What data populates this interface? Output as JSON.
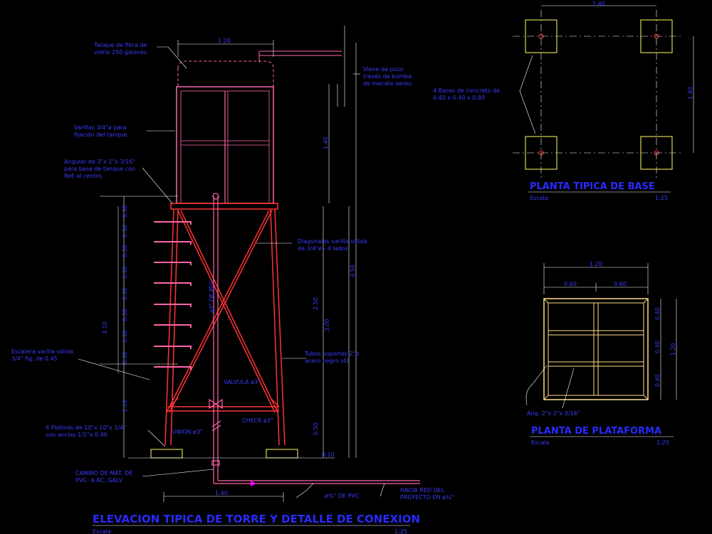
{
  "colors": {
    "background": "#000000",
    "structure": "#ff3333",
    "tank": "#ff66aa",
    "annotation": "#3b3bff",
    "leader": "#ff00ff",
    "base": "#ffff66",
    "platform": "#ffdd88"
  },
  "labels": {
    "tank": "Tanque de fibra de vidrio 250 galones",
    "tank_l1": "Tanque de fibra de",
    "tank_l2": "vidrio 250 galones",
    "inlet_l1": "Viene de pozo",
    "inlet_l2": "través de bomba",
    "inlet_l3": "de mecate aereo.",
    "rods_l1": "Varillas 3/4\"ø para",
    "rods_l2": "fijación del tanque",
    "angle_l1": "Angular de 3\"x 2\"x 3/16\"",
    "angle_l2": "para base de tanque con",
    "angle_l3": "Ref. al centro.",
    "diag_l1": "Diagonales varilla sólida",
    "diag_l2": "de 3/4\"ø  - 4 lados",
    "ladder_l1": "Escalera varilla sólida",
    "ladder_l2": "3/4\" fig. de 0.45",
    "tubes_l1": "Tubos soportes 2\"ø",
    "tubes_l2": "acero negro (4)",
    "valve": "VALVULA ø3\"",
    "check": "CHECK ø3\"",
    "union": "UNION ø3\"",
    "plates_l1": "4 Platinas de 10\"x 10\"x 1/4\"",
    "plates_l2": "con anclas  1/2\"x 0.40",
    "change_l1": "CAMBIO DE MAT. DE",
    "change_l2": "PVC- A AC. GALV",
    "pvc": "ø¾\" DE PVC",
    "net_l1": "HACIA RED DEL",
    "net_l2": "PROYECTO EN ø¾\"",
    "pipe_vert": "ø3\" DE PVC",
    "bases_l1": "4 Bases de concreto de",
    "bases_l2": "0.40 x 0.40 x 0.80",
    "ang_platform": "Ang. 2\"x 2\"x 3/16\""
  },
  "dimensions": {
    "tank_width": "1.20",
    "tank_height": "1.40",
    "total_height": "4.50",
    "tower_3_00": "3.00",
    "tower_2_50": "2.50",
    "base_0_50": "0.50",
    "base_0_10": "0.10",
    "side_3_10": "3.10",
    "side_1_10": "1.10",
    "ladder_step": "0.30",
    "bottom_width": "1.40",
    "base_plan_width": "1.40",
    "base_plan_height": "1.40",
    "platform_total": "1.20",
    "platform_half_a": "0.60",
    "platform_half_b": "0.60",
    "platform_row_a": "0.40",
    "platform_row_b": "0.40",
    "platform_row_c": "0.40",
    "platform_side": "1.20"
  },
  "titles": {
    "elevation": "ELEVACION TIPICA DE TORRE Y DETALLE DE CONEXION",
    "elevation_scale_label": "Escala",
    "elevation_scale": "1:25",
    "base_plan": "PLANTA TIPICA DE BASE",
    "base_scale_label": "Escala",
    "base_scale": "1:25",
    "platform_plan": "PLANTA DE PLATAFORMA",
    "platform_scale_label": "Escala",
    "platform_scale": "1:25"
  }
}
